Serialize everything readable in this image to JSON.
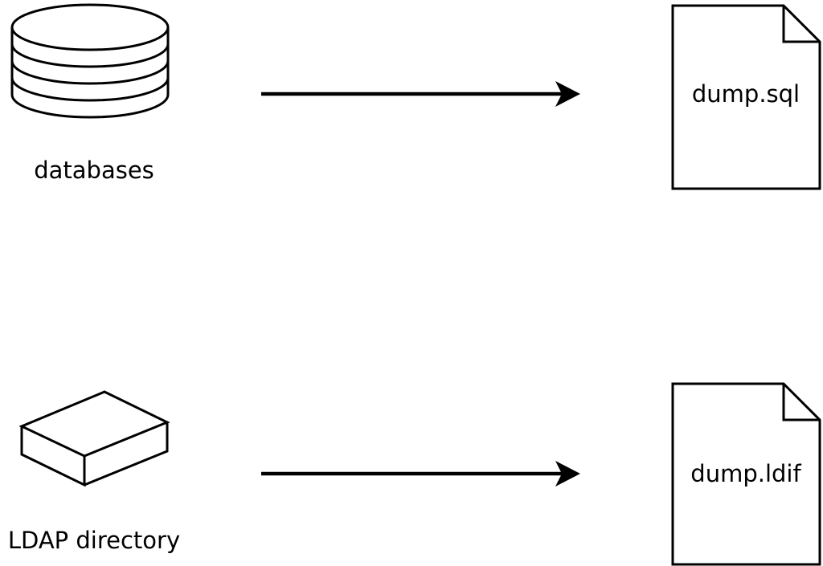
{
  "diagram": {
    "background": "#ffffff",
    "stroke_color": "#000000",
    "rows": [
      {
        "source_icon": "database-cylinder",
        "source_label": "databases",
        "target_icon": "document",
        "target_label": "dump.sql"
      },
      {
        "source_icon": "ldap-box",
        "source_label": "LDAP directory",
        "target_icon": "document",
        "target_label": "dump.ldif"
      }
    ]
  }
}
